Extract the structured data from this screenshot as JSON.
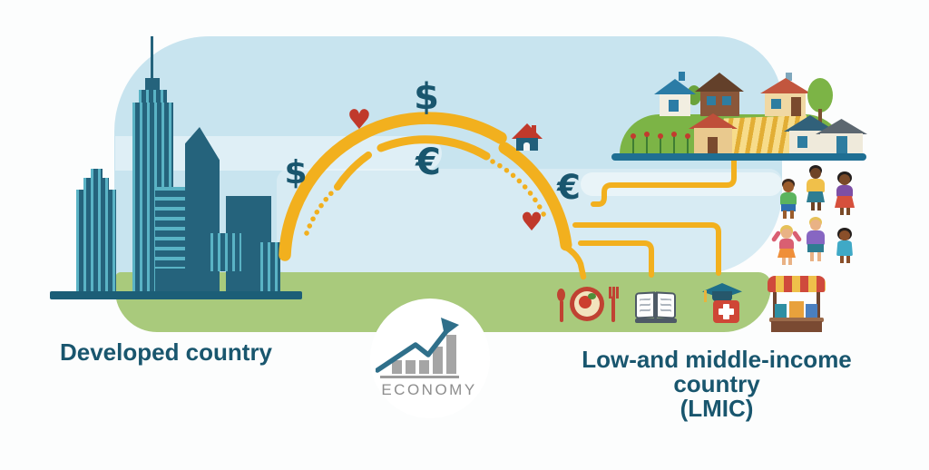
{
  "labels": {
    "left_country": "Developed country",
    "right_country_line1": "Low-and middle-income country",
    "right_country_line2": "(LMIC)",
    "economy": "ECONOMY"
  },
  "symbols": {
    "dollar": "$",
    "euro": "€",
    "heart": "♥"
  },
  "colors": {
    "sky": "#c8e4ef",
    "green": "#a9ca7c",
    "hill": "#7cb446",
    "gold": "#f2b01e",
    "city": "#25637c",
    "citystripe": "#5ab3c5",
    "labeltext": "#19566e",
    "heartred": "#c0392b",
    "iconred": "#c04232",
    "baseblue": "#1f6f93",
    "econgray": "#8d8d8d",
    "arrowteal": "#2f6f8a"
  }
}
